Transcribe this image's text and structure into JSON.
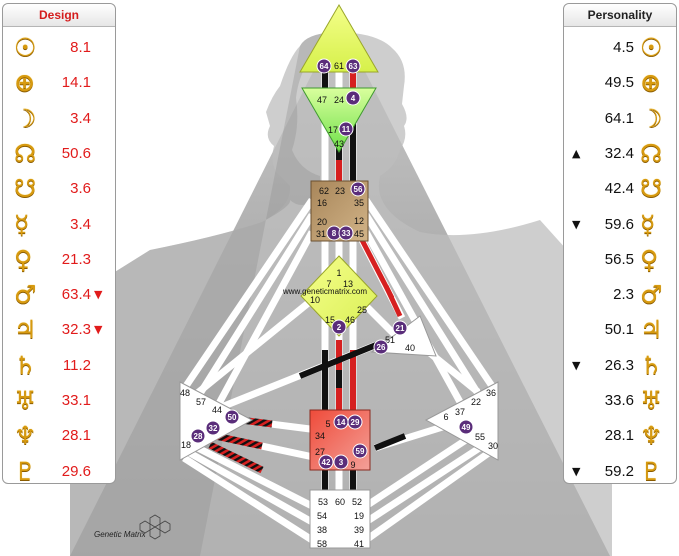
{
  "design": {
    "title": "Design",
    "rows": [
      {
        "glyph": "☉",
        "icon": "sun-icon",
        "value": "8.1",
        "arrow": ""
      },
      {
        "glyph": "⊕",
        "icon": "earth-icon",
        "value": "14.1",
        "arrow": ""
      },
      {
        "glyph": "☽",
        "icon": "moon-icon",
        "value": "3.4",
        "arrow": ""
      },
      {
        "glyph": "☊",
        "icon": "north-node-icon",
        "value": "50.6",
        "arrow": ""
      },
      {
        "glyph": "☋",
        "icon": "south-node-icon",
        "value": "3.6",
        "arrow": ""
      },
      {
        "glyph": "☿",
        "icon": "mercury-icon",
        "value": "3.4",
        "arrow": ""
      },
      {
        "glyph": "♀",
        "icon": "venus-icon",
        "value": "21.3",
        "arrow": ""
      },
      {
        "glyph": "♂",
        "icon": "mars-icon",
        "value": "63.4",
        "arrow": "▼"
      },
      {
        "glyph": "♃",
        "icon": "jupiter-icon",
        "value": "32.3",
        "arrow": "▼"
      },
      {
        "glyph": "♄",
        "icon": "saturn-icon",
        "value": "11.2",
        "arrow": ""
      },
      {
        "glyph": "♅",
        "icon": "uranus-icon",
        "value": "33.1",
        "arrow": ""
      },
      {
        "glyph": "♆",
        "icon": "neptune-icon",
        "value": "28.1",
        "arrow": ""
      },
      {
        "glyph": "♇",
        "icon": "pluto-icon",
        "value": "29.6",
        "arrow": ""
      }
    ]
  },
  "personality": {
    "title": "Personality",
    "rows": [
      {
        "glyph": "☉",
        "icon": "sun-icon",
        "value": "4.5",
        "arrow": ""
      },
      {
        "glyph": "⊕",
        "icon": "earth-icon",
        "value": "49.5",
        "arrow": ""
      },
      {
        "glyph": "☽",
        "icon": "moon-icon",
        "value": "64.1",
        "arrow": ""
      },
      {
        "glyph": "☊",
        "icon": "north-node-icon",
        "value": "32.4",
        "arrow": "▲"
      },
      {
        "glyph": "☋",
        "icon": "south-node-icon",
        "value": "42.4",
        "arrow": ""
      },
      {
        "glyph": "☿",
        "icon": "mercury-icon",
        "value": "59.6",
        "arrow": "▼"
      },
      {
        "glyph": "♀",
        "icon": "venus-icon",
        "value": "56.5",
        "arrow": ""
      },
      {
        "glyph": "♂",
        "icon": "mars-icon",
        "value": "2.3",
        "arrow": ""
      },
      {
        "glyph": "♃",
        "icon": "jupiter-icon",
        "value": "50.1",
        "arrow": ""
      },
      {
        "glyph": "♄",
        "icon": "saturn-icon",
        "value": "26.3",
        "arrow": "▼"
      },
      {
        "glyph": "♅",
        "icon": "uranus-icon",
        "value": "33.6",
        "arrow": ""
      },
      {
        "glyph": "♆",
        "icon": "neptune-icon",
        "value": "28.1",
        "arrow": ""
      },
      {
        "glyph": "♇",
        "icon": "pluto-icon",
        "value": "59.2",
        "arrow": "▼"
      }
    ]
  },
  "watermark": "www.geneticmatrix.com",
  "logo_text": "Genetic Matrix",
  "gates": {
    "head": [
      "64",
      "61",
      "63"
    ],
    "ajna": [
      "47",
      "24",
      "4",
      "17",
      "11",
      "43"
    ],
    "throat": [
      "62",
      "23",
      "56",
      "16",
      "35",
      "20",
      "12",
      "31",
      "8",
      "33",
      "45"
    ],
    "g": [
      "1",
      "7",
      "13",
      "10",
      "25",
      "15",
      "46",
      "2"
    ],
    "ego": [
      "21",
      "51",
      "26",
      "40"
    ],
    "spleen": [
      "48",
      "57",
      "44",
      "50",
      "32",
      "28",
      "18"
    ],
    "sacral": [
      "5",
      "14",
      "29",
      "34",
      "59",
      "27",
      "42",
      "3",
      "9"
    ],
    "solar": [
      "36",
      "22",
      "6",
      "37",
      "49",
      "55",
      "30"
    ],
    "root": [
      "53",
      "60",
      "52",
      "54",
      "19",
      "38",
      "39",
      "58",
      "41"
    ]
  }
}
